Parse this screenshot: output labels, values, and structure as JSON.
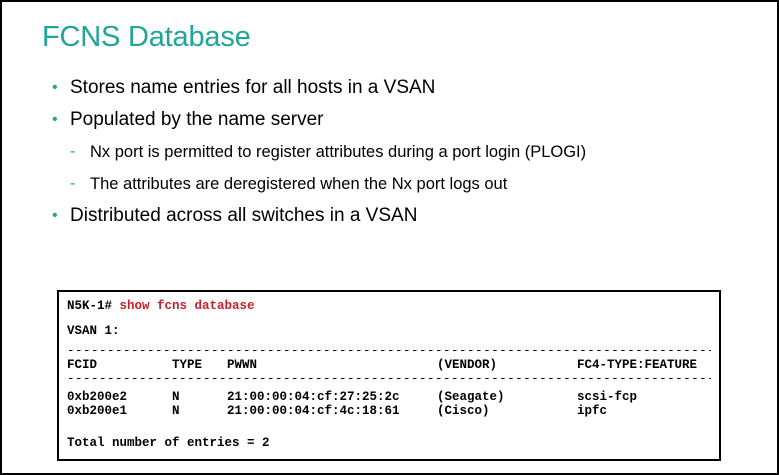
{
  "slide": {
    "title": "FCNS Database",
    "bullets": [
      {
        "level": 1,
        "text": "Stores name entries for all hosts in a VSAN"
      },
      {
        "level": 1,
        "text": "Populated by the name server"
      },
      {
        "level": 2,
        "text": "Nx port is permitted to register attributes during a port login (PLOGI)"
      },
      {
        "level": 2,
        "text": "The attributes are deregistered when the Nx port logs out"
      },
      {
        "level": 1,
        "text": "Distributed across all switches in a VSAN"
      }
    ],
    "bullet_marker": "•",
    "sub_marker": "-"
  },
  "terminal": {
    "prompt": "N5K-1# ",
    "command": "show fcns database",
    "vsan": "VSAN 1:",
    "rule": "------------------------------------------------------------------------------------",
    "headers": [
      "FCID",
      "TYPE",
      "PWWN",
      "(VENDOR)",
      "FC4-TYPE:FEATURE"
    ],
    "rows": [
      [
        "0xb200e2",
        "N",
        "21:00:00:04:cf:27:25:2c",
        "(Seagate)",
        "scsi-fcp"
      ],
      [
        "0xb200e1",
        "N",
        "21:00:00:04:cf:4c:18:61",
        "(Cisco)",
        "ipfc"
      ]
    ],
    "total": "Total number of entries = 2"
  },
  "colors": {
    "title": "#1fa59a",
    "bullet": "#1fa59a",
    "command": "#c8202a"
  }
}
